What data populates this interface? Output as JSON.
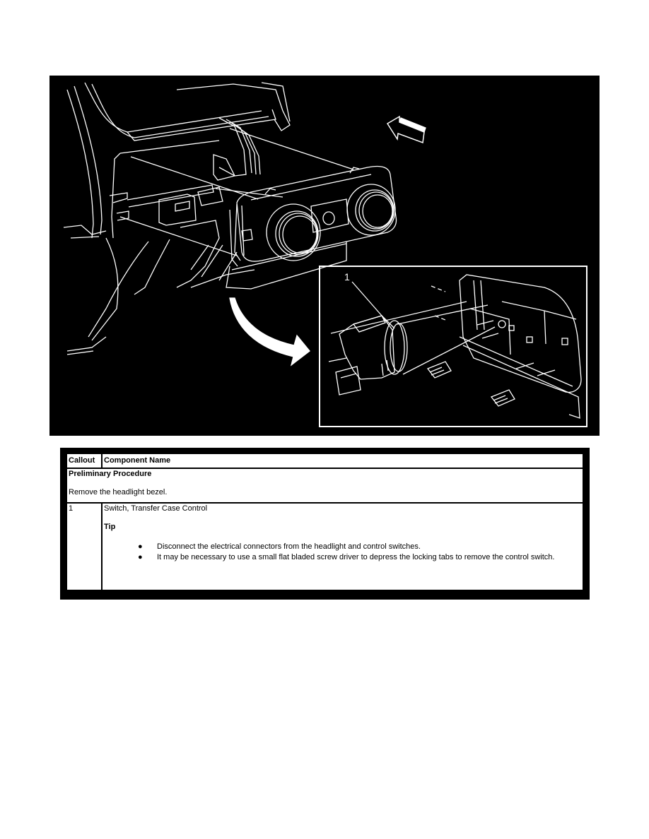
{
  "figure": {
    "background": "#000000",
    "line_color": "#ffffff",
    "callouts": [
      {
        "label": "1",
        "target": "Switch, Transfer Case Control"
      }
    ],
    "icons": [
      "direction-arrow",
      "curved-detail-arrow"
    ]
  },
  "table": {
    "headers": {
      "callout": "Callout",
      "component": "Component Name"
    },
    "preliminary": {
      "title": "Preliminary Procedure",
      "text": "Remove the headlight bezel."
    },
    "rows": [
      {
        "callout": "1",
        "component": "Switch, Transfer Case Control",
        "tip_label": "Tip",
        "bullet_glyph": "●",
        "tips": [
          "Disconnect the electrical connectors from the headlight and control switches.",
          "It may be necessary to use a small flat bladed screw driver to depress the locking tabs to remove the control switch."
        ]
      }
    ]
  }
}
